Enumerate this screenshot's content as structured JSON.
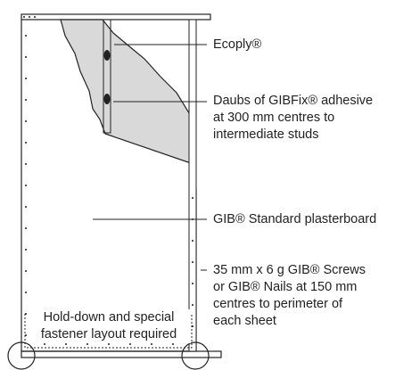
{
  "labels": {
    "ecoply": "Ecoply®",
    "daubs": [
      "Daubs of GIBFix® adhesive",
      "at 300 mm centres to",
      "intermediate studs"
    ],
    "plasterboard": "GIB® Standard plasterboard",
    "fasteners": [
      "35 mm x 6 g GIB® Screws",
      "or GIB® Nails at 150 mm",
      "centres to perimeter of",
      "each sheet"
    ],
    "holddown": [
      "Hold-down and special",
      "fastener layout required"
    ]
  },
  "colors": {
    "line": "#222222",
    "fill_plywood": "#d9d9d9",
    "panel": "#ffffff"
  }
}
